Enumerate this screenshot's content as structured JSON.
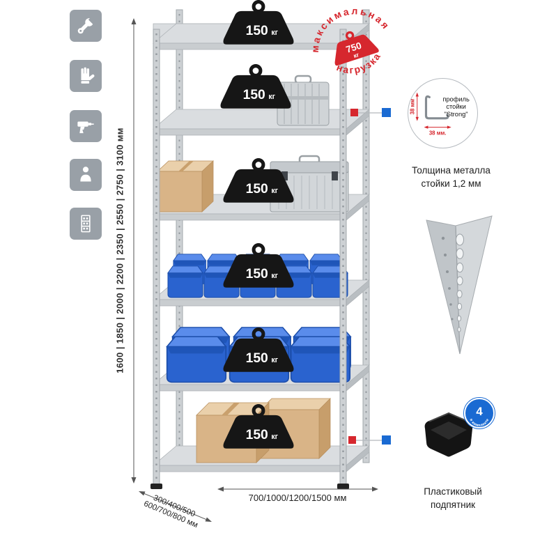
{
  "colors": {
    "accent_red": "#d6272e",
    "accent_blue": "#1a6ad2",
    "icon_tile_gray": "#99a0a7",
    "metal_light": "#dadde0",
    "metal_mid": "#c9cdd0",
    "weight_black": "#161616",
    "bin_blue": "#2a63cf",
    "cardboard_tan": "#d9b487"
  },
  "sidebar_icons": [
    "wrench-icon",
    "gloves-icon",
    "drill-icon",
    "person-icon",
    "shelving-icon"
  ],
  "dimensions": {
    "heights": "1600 | 1850 | 2000 | 2200 | 2350 | 2550 | 2750 | 3100 мм",
    "depth_line1": "300/400/500",
    "depth_line2": "600/700/800 мм",
    "widths": "700/1000/1200/1500 мм"
  },
  "shelves": {
    "count": 6,
    "weights": [
      {
        "value": "150",
        "unit": "кг"
      },
      {
        "value": "150",
        "unit": "кг"
      },
      {
        "value": "150",
        "unit": "кг"
      },
      {
        "value": "150",
        "unit": "кг"
      },
      {
        "value": "150",
        "unit": "кг"
      },
      {
        "value": "150",
        "unit": "кг"
      }
    ]
  },
  "max_load_stamp": {
    "arc_top": "максимальная",
    "arc_bottom": "нагрузка",
    "value": "750",
    "unit": "кг"
  },
  "profile_callout": {
    "label_line1": "профиль",
    "label_line2": "стойки",
    "label_line3": "\"Strong\"",
    "dim_vertical": "38 мм",
    "dim_horizontal": "38 мм.",
    "caption_line1": "Толщина металла",
    "caption_line2": "стойки 1,2 мм"
  },
  "foot_callout": {
    "badge_value": "4",
    "badge_text": "в комплекте",
    "caption_line1": "Пластиковый",
    "caption_line2": "подпятник"
  }
}
